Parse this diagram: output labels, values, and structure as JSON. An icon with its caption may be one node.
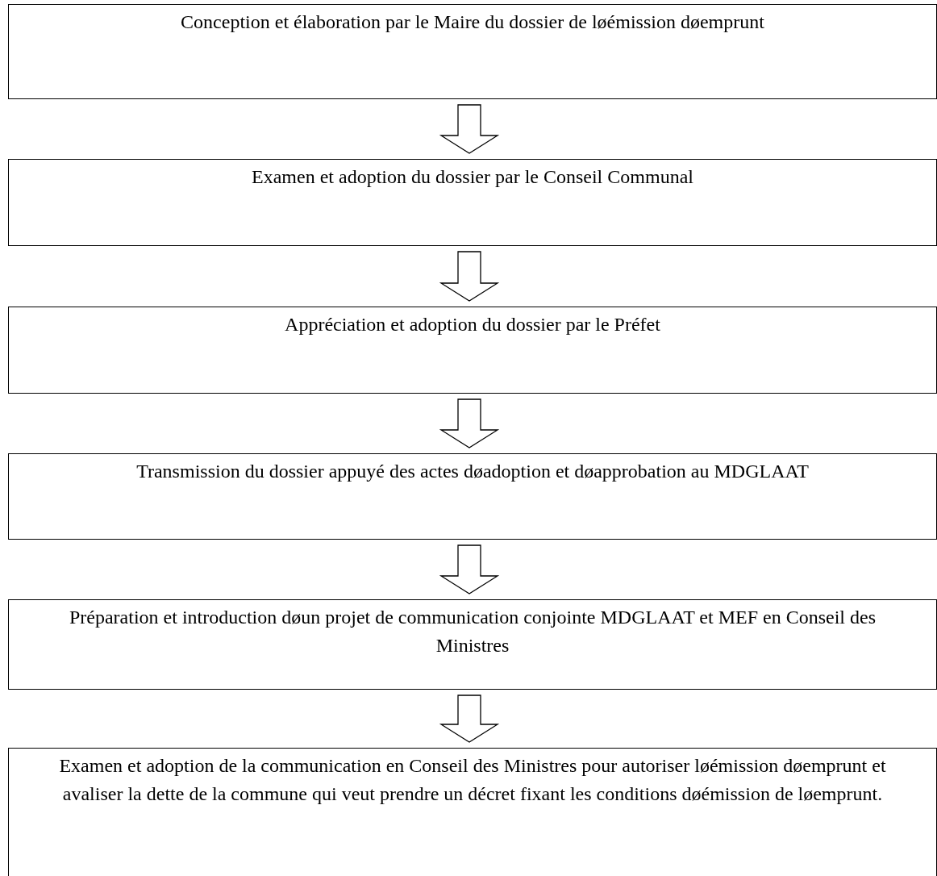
{
  "diagram": {
    "nodes": [
      {
        "text": [
          "Conception et élaboration par le Maire du dossier de løémission døemprunt"
        ]
      },
      {
        "text": [
          "Examen et adoption du dossier par le Conseil Communal"
        ]
      },
      {
        "text": [
          "Appréciation et adoption du dossier par le Préfet"
        ]
      },
      {
        "text": [
          "Transmission du dossier appuyé des actes døadoption et døapprobation au MDGLAAT"
        ]
      },
      {
        "text": [
          "Préparation et introduction døun projet de communication conjointe MDGLAAT et MEF en Conseil des Ministres"
        ]
      },
      {
        "text": [
          "Examen et adoption de la communication en Conseil des Ministres pour autoriser løémission døemprunt et avaliser la dette de la commune qui veut prendre un décret fixant les conditions døémission de løemprunt."
        ]
      }
    ],
    "edges": [
      {
        "from": 0,
        "to": 1,
        "arrow": "to"
      },
      {
        "from": 1,
        "to": 2,
        "arrow": "to"
      },
      {
        "from": 2,
        "to": 3,
        "arrow": "to"
      },
      {
        "from": 3,
        "to": 4,
        "arrow": "to"
      },
      {
        "from": 4,
        "to": 5,
        "arrow": "to"
      }
    ]
  }
}
